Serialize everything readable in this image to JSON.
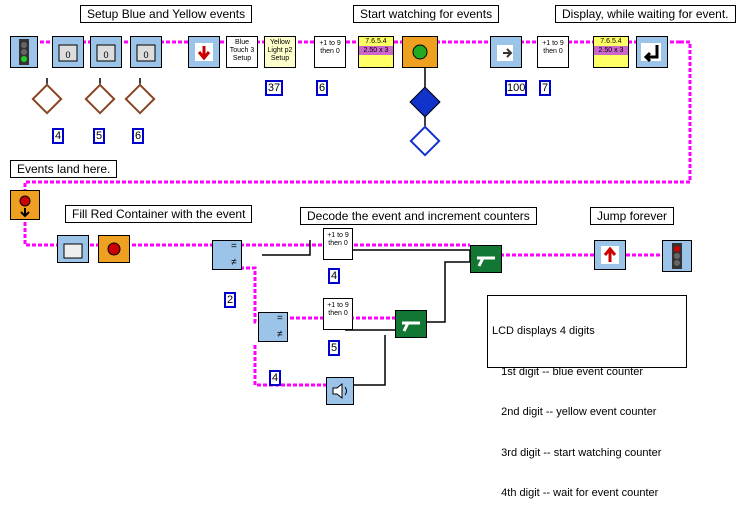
{
  "captions": {
    "setup": "Setup Blue and Yellow events",
    "start": "Start watching for events",
    "display": "Display, while waiting for event.",
    "land": "Events land here.",
    "fill": "Fill Red Container with the event",
    "decode": "Decode the event and increment counters",
    "jump": "Jump forever"
  },
  "blocks": {
    "touch3": "Blue Touch 3 Setup",
    "light2": "Yellow Light p2 Setup",
    "counter": "+1 to 9 then 0",
    "display_top": "7.6.5.4",
    "display_val": "2.50 x 3"
  },
  "values": {
    "sensor1": "4",
    "sensor2": "5",
    "sensor3": "6",
    "light_val": "37",
    "counter1": "6",
    "wait_val": "100",
    "counter2": "7",
    "cond1": "2",
    "counter3": "4",
    "cond2": "4",
    "counter4": "5",
    "eq": "=",
    "neq": "≠"
  },
  "lcd": {
    "lines": [
      "LCD displays 4 digits",
      "   1st digit -- blue event counter",
      "   2nd digit -- yellow event counter",
      "   3rd digit -- start watching counter",
      "   4th digit -- wait for event counter"
    ]
  },
  "colors": {
    "wire": "#ff00ff",
    "block_blue": "#9cc4e8",
    "block_orange": "#f0a020",
    "number_border": "#0000cc"
  }
}
